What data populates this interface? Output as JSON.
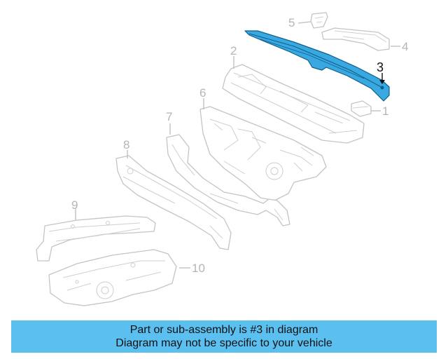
{
  "diagram": {
    "callouts": [
      {
        "id": "5",
        "label": "5"
      },
      {
        "id": "4",
        "label": "4"
      },
      {
        "id": "3",
        "label": "3",
        "highlighted": true
      },
      {
        "id": "1",
        "label": "1"
      },
      {
        "id": "2",
        "label": "2"
      },
      {
        "id": "6",
        "label": "6"
      },
      {
        "id": "7",
        "label": "7"
      },
      {
        "id": "8",
        "label": "8"
      },
      {
        "id": "9",
        "label": "9"
      },
      {
        "id": "10",
        "label": "10"
      }
    ],
    "highlight_color": "#3aa8e0",
    "part_outline_color": "#c4c4c4"
  },
  "banner": {
    "line1": "Part or sub-assembly is #3 in diagram",
    "line2": "Diagram may not be specific to your vehicle",
    "background": "#5bc0f0"
  }
}
